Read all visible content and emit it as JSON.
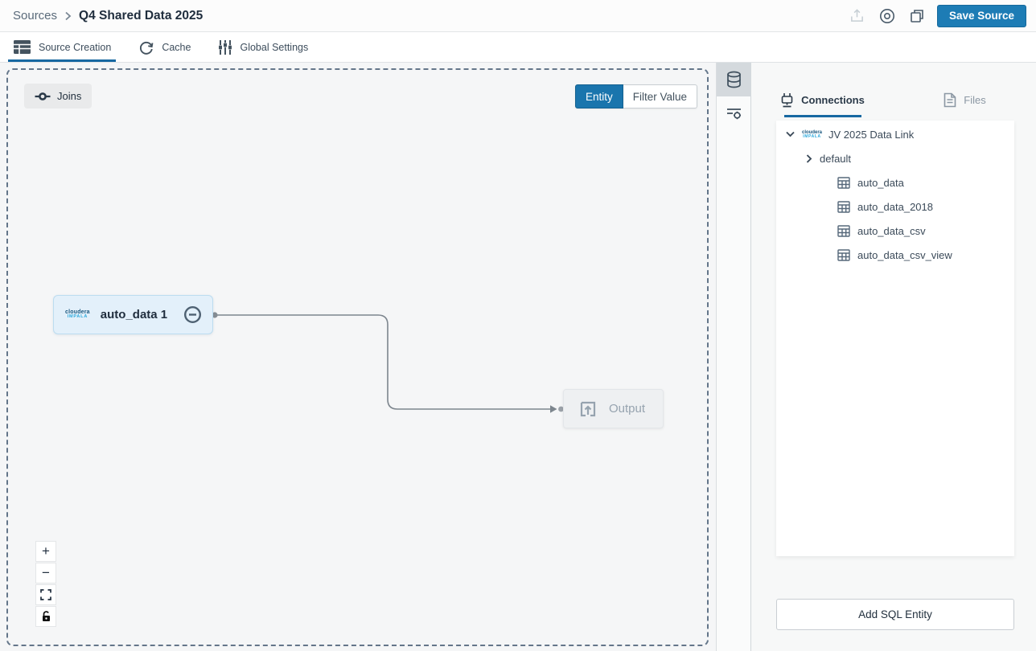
{
  "header": {
    "breadcrumb": {
      "root": "Sources",
      "current": "Q4 Shared Data 2025"
    },
    "icons": [
      "upload-icon",
      "preview-eye-icon",
      "duplicate-icon"
    ],
    "save_label": "Save Source"
  },
  "toolbar": {
    "tabs": [
      {
        "label": "Source Creation",
        "icon": "table-icon",
        "active": true
      },
      {
        "label": "Cache",
        "icon": "refresh-icon",
        "active": false
      },
      {
        "label": "Global Settings",
        "icon": "sliders-icon",
        "active": false
      }
    ]
  },
  "canvas": {
    "joins_label": "Joins",
    "view_toggle": {
      "options": [
        "Entity",
        "Filter Value"
      ],
      "selected": "Entity"
    },
    "entity_node": {
      "label": "auto_data 1",
      "logo": {
        "line1": "cloudera",
        "line2": "IMPALA"
      }
    },
    "output_node": {
      "label": "Output"
    },
    "zoom_controls": {
      "zoom_in": "+",
      "zoom_out": "−",
      "icons": [
        "fit-screen-icon",
        "unlock-icon"
      ]
    }
  },
  "side_strip": {
    "tabs": [
      "data-entities-panel",
      "filter-settings-panel"
    ],
    "active": "data-entities-panel"
  },
  "right_panel": {
    "tabs": [
      {
        "label": "Connections",
        "icon": "plug-icon",
        "active": true
      },
      {
        "label": "Files",
        "icon": "file-icon",
        "active": false
      }
    ],
    "tree": {
      "connection": {
        "label": "JV 2025 Data Link",
        "expanded": true,
        "logo": {
          "line1": "cloudera",
          "line2": "IMPALA"
        }
      },
      "database": {
        "label": "default",
        "expanded": false
      },
      "tables": [
        "auto_data",
        "auto_data_2018",
        "auto_data_csv",
        "auto_data_csv_view"
      ]
    },
    "add_button_label": "Add SQL Entity"
  },
  "colors": {
    "accent_blue": "#1d7cb5",
    "toggle_blue": "#1a75ad",
    "underline_blue": "#1768a1",
    "node_bg": "#e3f0fa",
    "node_border": "#bcdcf0",
    "canvas_bg": "#f5f6f7",
    "dashed_border": "#64768a",
    "wire_gray": "#7d868e"
  }
}
